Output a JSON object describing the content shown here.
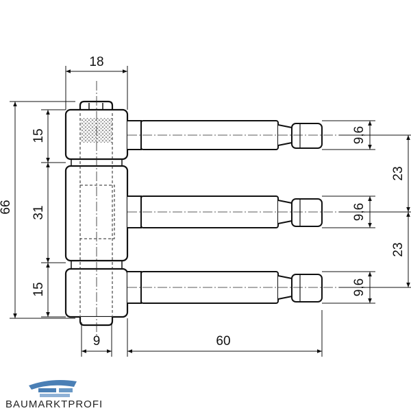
{
  "dimensions": {
    "top_width": "18",
    "total_height": "66",
    "upper_knuckle": "15",
    "middle_knuckle": "31",
    "lower_knuckle": "15",
    "pin_width": "9",
    "pin_length": "60",
    "pin_dia_top": "9,6",
    "pin_dia_mid": "9,6",
    "pin_dia_bottom": "9,6",
    "spacing_upper": "23",
    "spacing_lower": "23"
  },
  "brand": {
    "name": "BAUMARKTPROFI",
    "accent": "#4a7fb5"
  }
}
